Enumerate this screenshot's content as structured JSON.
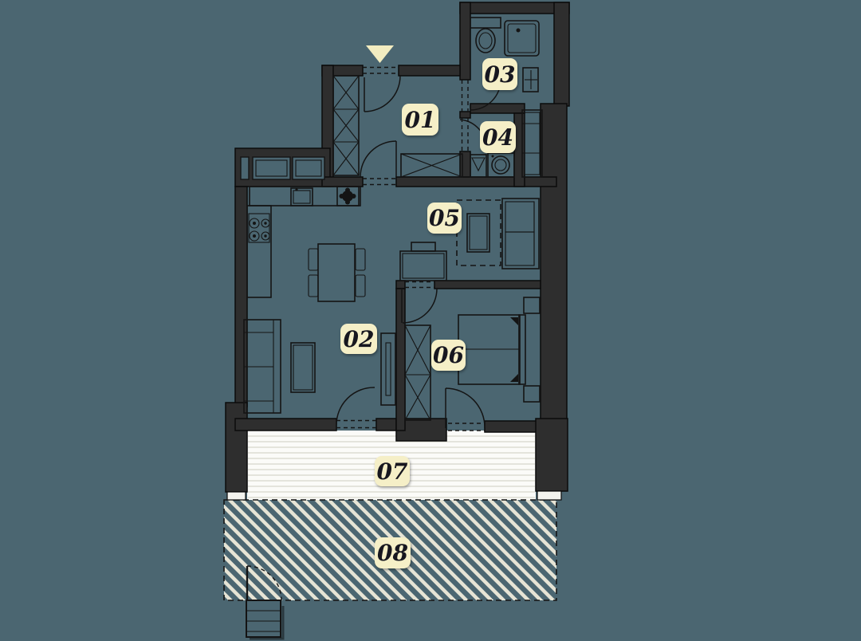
{
  "title": "apartment-floor-plan",
  "colors": {
    "background": "#4b6671",
    "wall": "#2e2e2e",
    "line": "#141414",
    "label_bg": "#f5efc7",
    "label_text": "#17171f",
    "arrow": "#f2ecc0",
    "deck_fill": "#fbfbf8",
    "deck_line": "#d5d5cc",
    "hatch_stripe": "#e6e4d5"
  },
  "rooms": [
    {
      "number": "01"
    },
    {
      "number": "02"
    },
    {
      "number": "03"
    },
    {
      "number": "04"
    },
    {
      "number": "05"
    },
    {
      "number": "06"
    },
    {
      "number": "07"
    },
    {
      "number": "08"
    }
  ],
  "markers": {
    "entrance_arrow": "entrance"
  }
}
